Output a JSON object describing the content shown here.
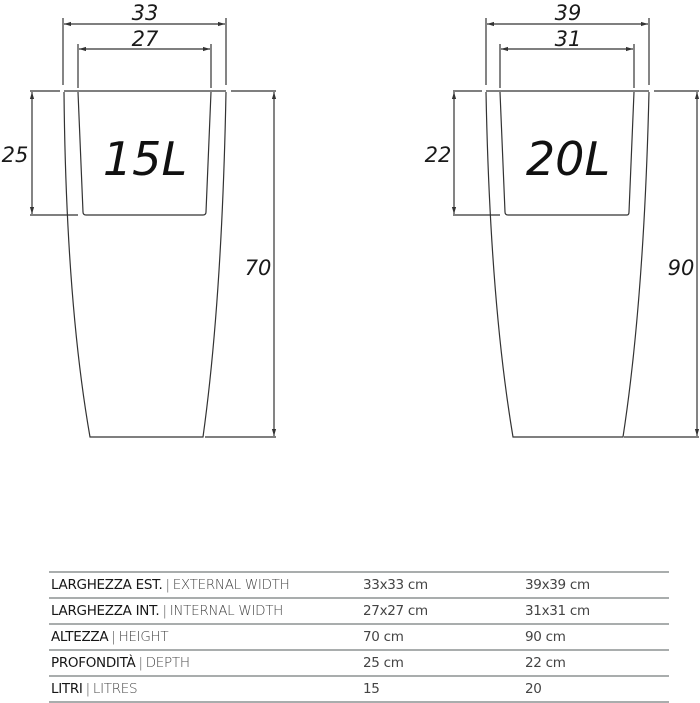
{
  "drawings": [
    {
      "id": "15L",
      "capacity_label": "15L",
      "external_width_dim": "33",
      "internal_width_dim": "27",
      "depth_dim": "25",
      "height_dim": "70"
    },
    {
      "id": "20L",
      "capacity_label": "20L",
      "external_width_dim": "39",
      "internal_width_dim": "31",
      "depth_dim": "22",
      "height_dim": "90"
    }
  ],
  "specs": {
    "rows": [
      {
        "label_it": "LARGHEZZA EST.",
        "sep": "|",
        "label_en": "EXTERNAL WIDTH",
        "v1": "33x33 cm",
        "v2": "39x39 cm"
      },
      {
        "label_it": "LARGHEZZA INT.",
        "sep": "|",
        "label_en": "INTERNAL WIDTH",
        "v1": "27x27 cm",
        "v2": "31x31 cm"
      },
      {
        "label_it": "ALTEZZA",
        "sep": "|",
        "label_en": "HEIGHT",
        "v1": "70 cm",
        "v2": "90 cm"
      },
      {
        "label_it": "PROFONDITÀ",
        "sep": "|",
        "label_en": "DEPTH",
        "v1": "25 cm",
        "v2": "22 cm"
      },
      {
        "label_it": "LITRI",
        "sep": "|",
        "label_en": "LITRES",
        "v1": "15",
        "v2": "20"
      }
    ]
  },
  "colors": {
    "line": "#333333",
    "table_rule": "#a9adad",
    "text": "#1a1a1a"
  }
}
